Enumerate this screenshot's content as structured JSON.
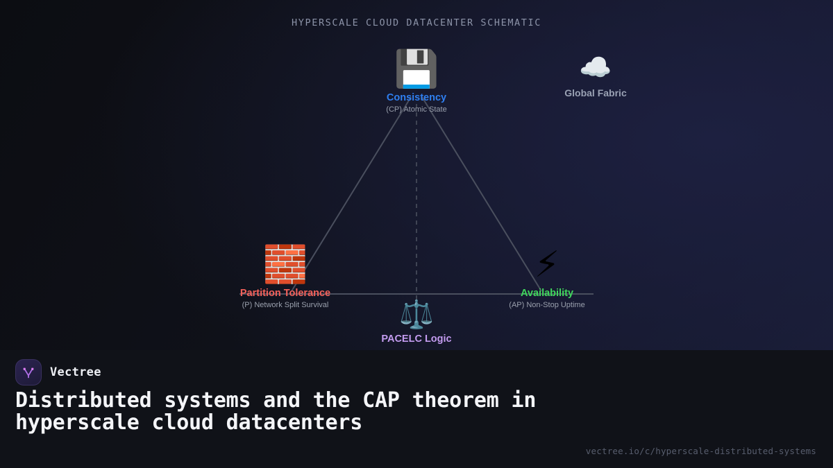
{
  "diagram": {
    "title": "HYPERSCALE CLOUD DATACENTER SCHEMATIC",
    "nodes": [
      {
        "id": "consistency",
        "icon": "floppy-disk-icon",
        "glyph": "💾",
        "label": "Consistency",
        "sublabel": "(CP) Atomic State",
        "color": "#2f7ff0"
      },
      {
        "id": "partition-tolerance",
        "icon": "brick-wall-icon",
        "glyph": "🧱",
        "label": "Partition Tolerance",
        "sublabel": "(P) Network Split Survival",
        "color": "#f4615a"
      },
      {
        "id": "availability",
        "icon": "lightning-bolt-icon",
        "glyph": "⚡",
        "label": "Availability",
        "sublabel": "(AP) Non-Stop Uptime",
        "color": "#3fd65c"
      },
      {
        "id": "pacelc-logic",
        "icon": "balance-scale-icon",
        "glyph": "⚖️",
        "label": "PACELC Logic",
        "sublabel": "",
        "color": "#c49cf0"
      },
      {
        "id": "global-fabric",
        "icon": "cloud-icon",
        "glyph": "☁️",
        "label": "Global Fabric",
        "sublabel": "",
        "color": "#9aa2b4"
      }
    ],
    "edges": [
      {
        "from": "consistency",
        "to": "partition-tolerance",
        "style": "solid"
      },
      {
        "from": "consistency",
        "to": "availability",
        "style": "solid"
      },
      {
        "from": "partition-tolerance",
        "to": "availability",
        "style": "solid"
      },
      {
        "from": "consistency",
        "to": "pacelc-logic",
        "style": "dashed"
      }
    ],
    "edge_color": "#4a4f5e"
  },
  "footer": {
    "brand_name": "Vectree",
    "brand_mark_icon": "vectree-logo-icon",
    "headline": "Distributed systems and the CAP theorem in hyperscale cloud datacenters",
    "url": "vectree.io/c/hyperscale-distributed-systems"
  },
  "colors": {
    "background_dark": "#0c0d12",
    "background_navy": "#191d36",
    "footer_background": "#101218",
    "title_text": "#8c93a8",
    "headline_text": "#f4f5f8",
    "url_text": "#585e6e"
  }
}
